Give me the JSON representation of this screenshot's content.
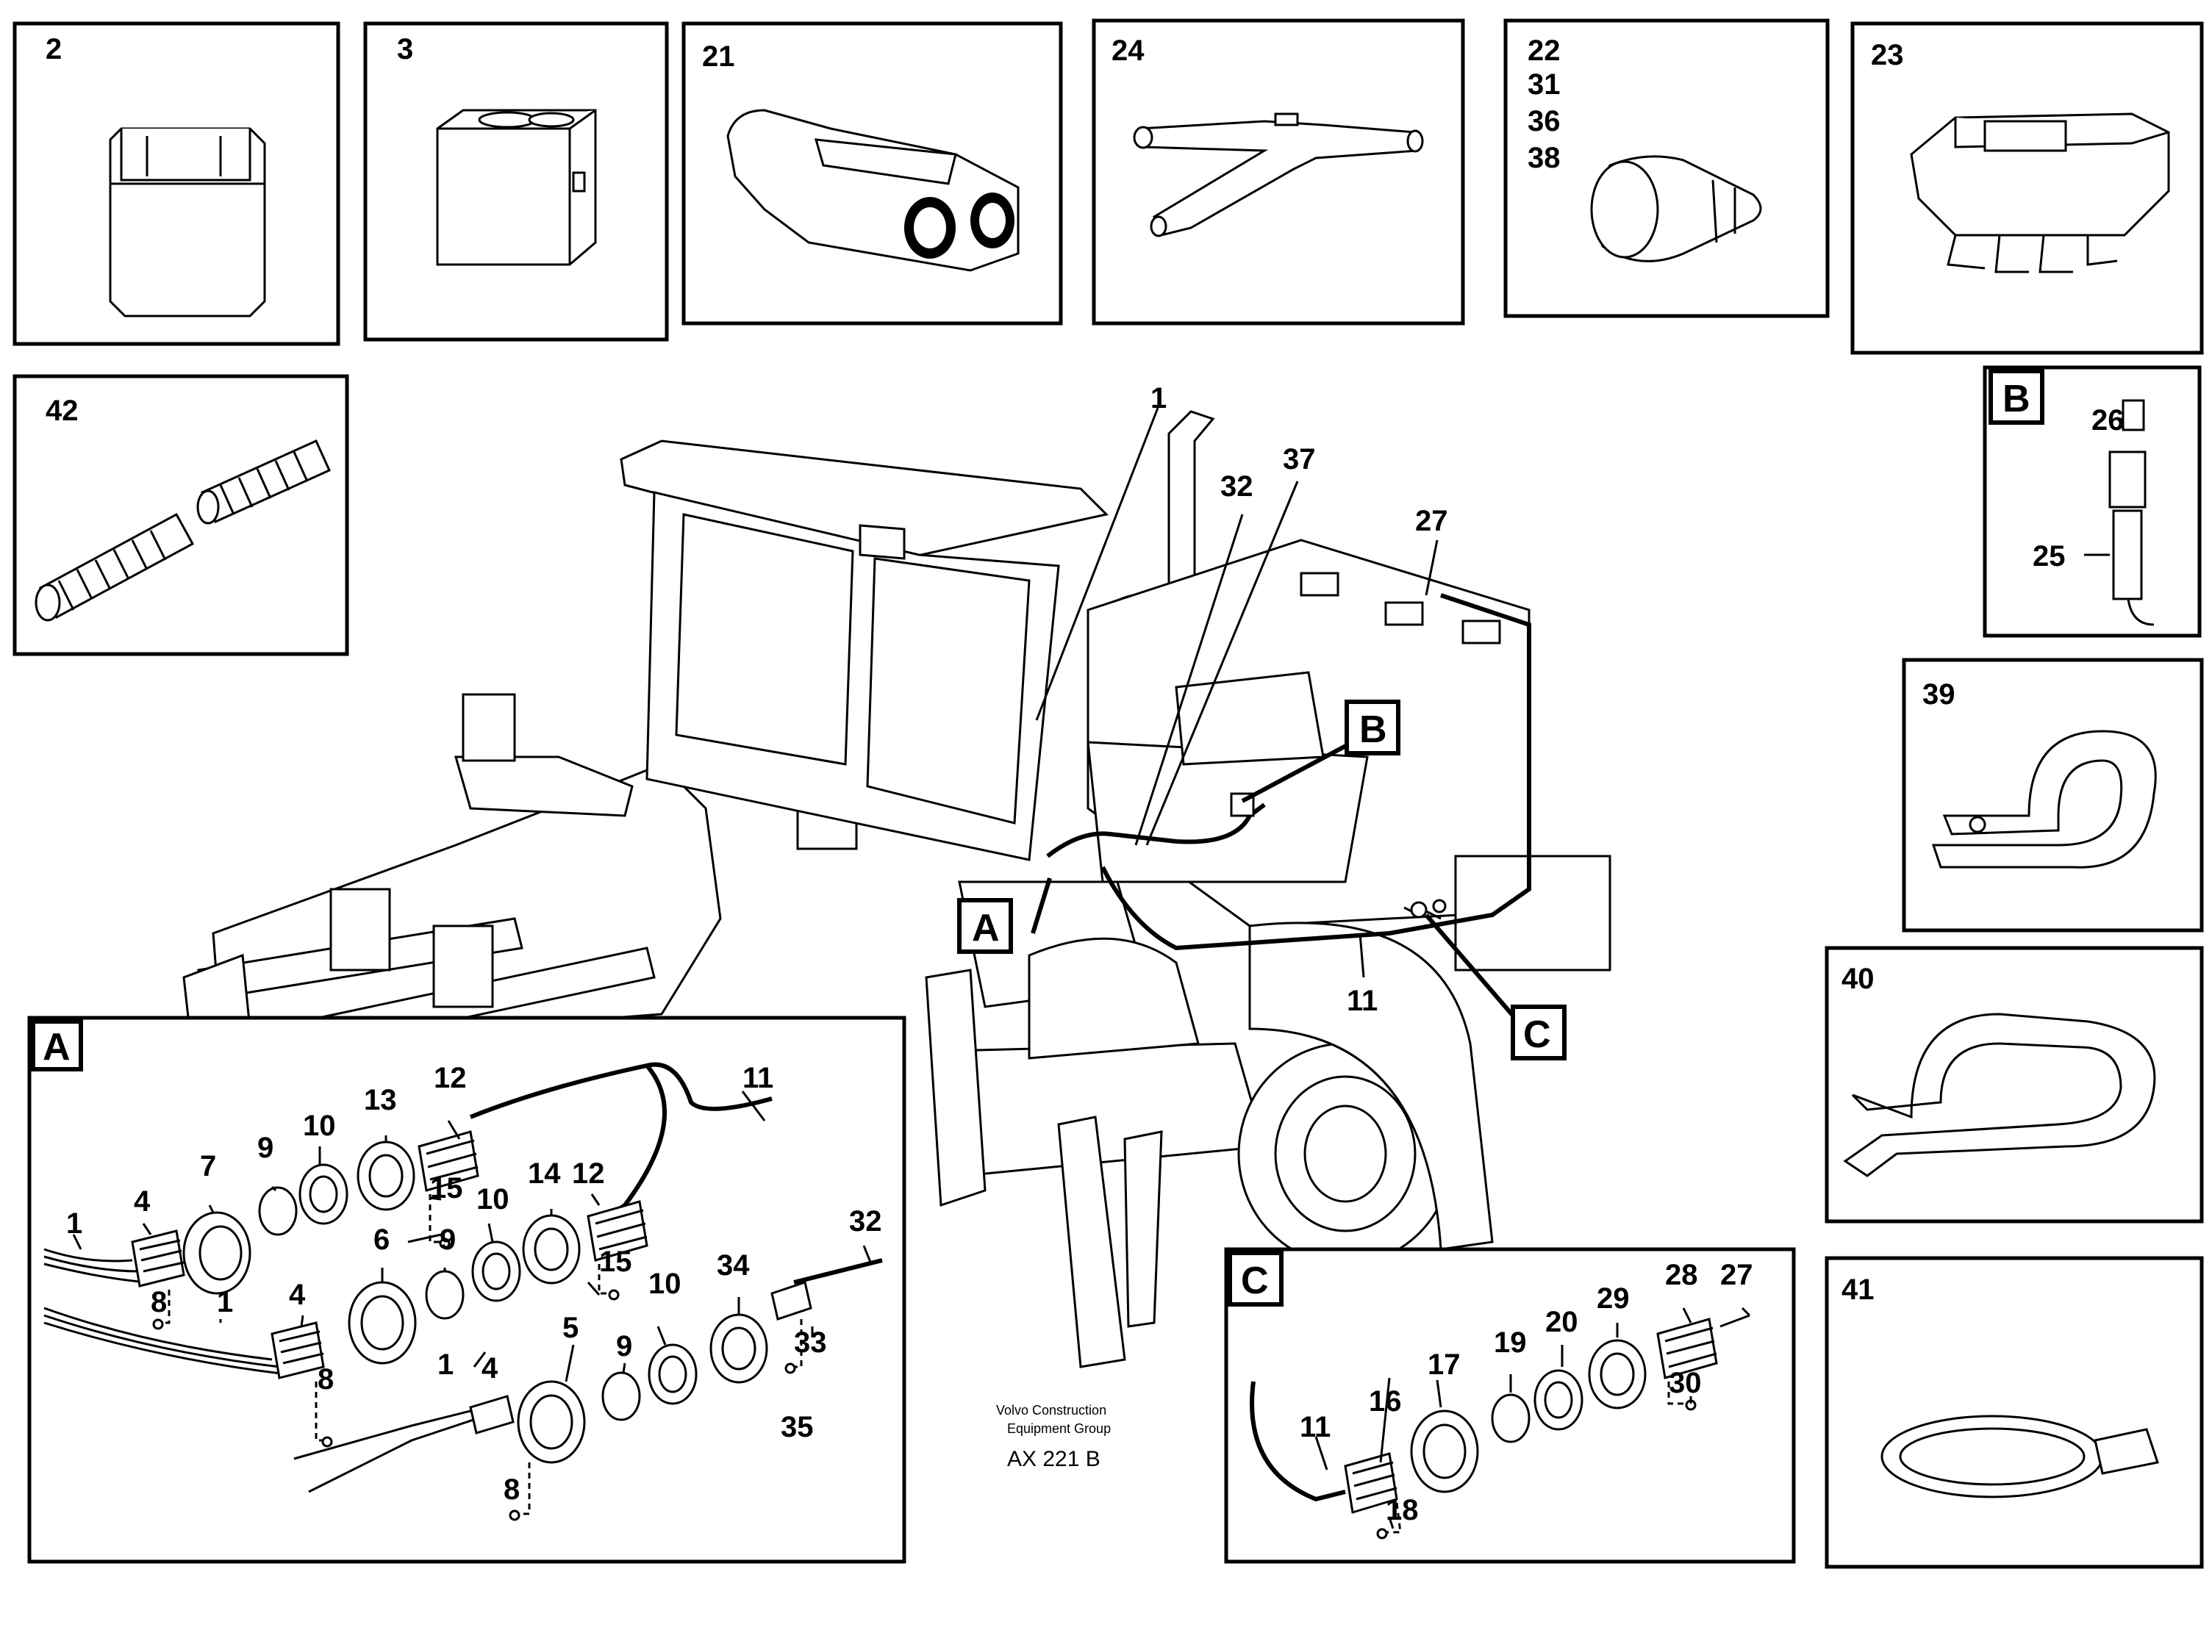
{
  "panels": {
    "p2": "2",
    "p3": "3",
    "p21": "21",
    "p24": "24",
    "p22": [
      "22",
      "31",
      "36",
      "38"
    ],
    "p23": "23",
    "p42": "42",
    "p39": "39",
    "p40": "40",
    "p41": "41"
  },
  "detail_b": {
    "letter": "B",
    "n26": "26",
    "n25": "25"
  },
  "main": {
    "n1": "1",
    "n32": "32",
    "n37": "37",
    "n27": "27",
    "n11": "11",
    "callout_a": "A",
    "callout_b": "B",
    "callout_c": "C"
  },
  "detail_a": {
    "letter": "A",
    "n11": "11",
    "n12a": "12",
    "n13": "13",
    "n10a": "10",
    "n9a": "9",
    "n7": "7",
    "n4a": "4",
    "n1a": "1",
    "n8a": "8",
    "n15a": "15",
    "n10b": "10",
    "n14": "14",
    "n12b": "12",
    "n6": "6",
    "n9b": "9",
    "n15b": "15",
    "n4b": "4",
    "n1b": "1",
    "n8b": "8",
    "n1c": "1",
    "n4c": "4",
    "n5": "5",
    "n9c": "9",
    "n10c": "10",
    "n34": "34",
    "n32": "32",
    "n33": "33",
    "n35": "35",
    "n8c": "8"
  },
  "detail_c": {
    "letter": "C",
    "n11": "11",
    "n16": "16",
    "n17": "17",
    "n19": "19",
    "n20": "20",
    "n29": "29",
    "n28": "28",
    "n27": "27",
    "n30": "30",
    "n18": "18"
  },
  "caption": {
    "line1": "Volvo Construction",
    "line2": "Equipment Group",
    "code": "AX 221 B"
  }
}
